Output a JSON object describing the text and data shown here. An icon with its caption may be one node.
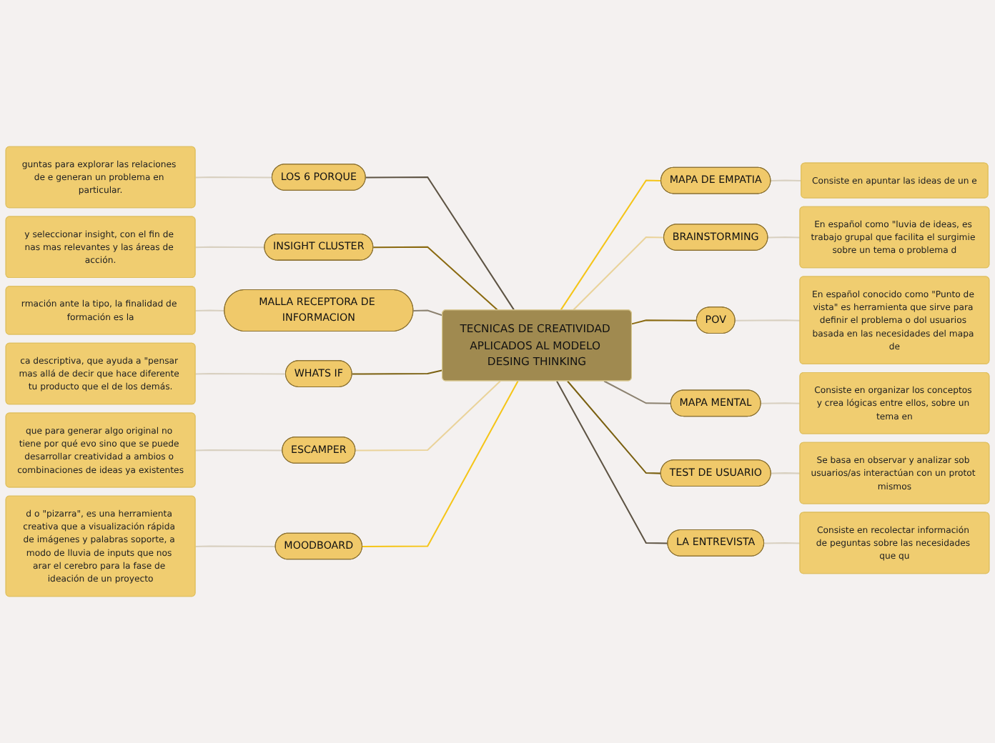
{
  "diagram": {
    "nodes": [
      {
        "text": [
          "TECNICAS DE CREATIVIDAD APLICADOS AL MODELO DESING THINKING"
        ]
      },
      {
        "text": [
          "LOS 6 PORQUE"
        ]
      },
      {
        "text": [
          "INSIGHT CLUSTER"
        ]
      },
      {
        "text": [
          "MALLA RECEPTORA DE INFORMACION"
        ]
      },
      {
        "text": [
          "WHATS IF"
        ]
      },
      {
        "text": [
          "ESCAMPER"
        ]
      },
      {
        "text": [
          "MOODBOARD"
        ]
      },
      {
        "text": [
          "MAPA DE EMPATIA"
        ]
      },
      {
        "text": [
          "BRAINSTORMING"
        ]
      },
      {
        "text": [
          "POV"
        ]
      },
      {
        "text": [
          "MAPA MENTAL"
        ]
      },
      {
        "text": [
          "TEST DE USUARIO"
        ]
      },
      {
        "text": [
          "LA ENTREVISTA"
        ]
      },
      {
        "text": [
          "guntas para explorar las relaciones de e generan un problema en particular."
        ]
      },
      {
        "text": [
          "y seleccionar insight, con el fin de nas mas relevantes y las áreas de acción."
        ]
      },
      {
        "text": [
          "rmación ante la tipo, la finalidad de formación es la"
        ]
      },
      {
        "text": [
          "ca descriptiva, que ayuda a \"pensar mas allá de decir que hace diferente tu producto que el de los demás."
        ]
      },
      {
        "text": [
          "que para generar algo original no tiene por qué evo sino que se puede desarrollar creatividad a ambios o combinaciones de ideas ya existentes"
        ]
      },
      {
        "text": [
          "d o \"pizarra\", es una herramienta creativa que a visualización rápida de imágenes y palabras soporte, a modo de lluvia de inputs que nos arar el cerebro para la fase de ideación de un proyecto"
        ]
      },
      {
        "text": [
          "Consiste en apuntar las ideas de un e"
        ]
      },
      {
        "text": [
          "En español como \"luvia de ideas, es trabajo grupal que facilita el surgimie sobre un tema o problema d"
        ]
      },
      {
        "text": [
          "En español conocido como \"Punto de vista\" es herramienta que sirve para definir el problema o dol usuarios basada en las necesidades del mapa de"
        ]
      },
      {
        "text": [
          "Consiste en organizar los conceptos y crea lógicas entre ellos, sobre un tema en"
        ]
      },
      {
        "text": [
          "Se basa en observar y analizar sob usuarios/as interactúan con un protot mismos"
        ]
      },
      {
        "text": [
          "Consiste en recolectar información de peguntas sobre las necesidades que qu"
        ]
      }
    ],
    "edges": [
      {
        "from": 1,
        "to": 0,
        "arrow": "none",
        "color": "#5e5444"
      },
      {
        "from": 2,
        "to": 0,
        "arrow": "none",
        "color": "#8a6a10"
      },
      {
        "from": 3,
        "to": 0,
        "arrow": "none",
        "color": "#8c8270"
      },
      {
        "from": 4,
        "to": 0,
        "arrow": "none",
        "color": "#7a6010"
      },
      {
        "from": 5,
        "to": 0,
        "arrow": "none",
        "color": "#ead39a"
      },
      {
        "from": 6,
        "to": 0,
        "arrow": "none",
        "color": "#f5c518"
      },
      {
        "from": 0,
        "to": 7,
        "arrow": "none",
        "color": "#f5c518"
      },
      {
        "from": 0,
        "to": 8,
        "arrow": "none",
        "color": "#ead39a"
      },
      {
        "from": 0,
        "to": 9,
        "arrow": "none",
        "color": "#8a6a10"
      },
      {
        "from": 0,
        "to": 10,
        "arrow": "none",
        "color": "#8c8270"
      },
      {
        "from": 0,
        "to": 11,
        "arrow": "none",
        "color": "#7a6010"
      },
      {
        "from": 0,
        "to": 12,
        "arrow": "none",
        "color": "#5e5444"
      },
      {
        "from": 13,
        "to": 1,
        "arrow": "none"
      },
      {
        "from": 14,
        "to": 2,
        "arrow": "none"
      },
      {
        "from": 15,
        "to": 3,
        "arrow": "none"
      },
      {
        "from": 16,
        "to": 4,
        "arrow": "none"
      },
      {
        "from": 17,
        "to": 5,
        "arrow": "none"
      },
      {
        "from": 18,
        "to": 6,
        "arrow": "none"
      },
      {
        "from": 7,
        "to": 19,
        "arrow": "none"
      },
      {
        "from": 8,
        "to": 20,
        "arrow": "none"
      },
      {
        "from": 9,
        "to": 21,
        "arrow": "none"
      },
      {
        "from": 10,
        "to": 22,
        "arrow": "none"
      },
      {
        "from": 11,
        "to": 23,
        "arrow": "none"
      },
      {
        "from": 12,
        "to": 24,
        "arrow": "none"
      }
    ]
  }
}
